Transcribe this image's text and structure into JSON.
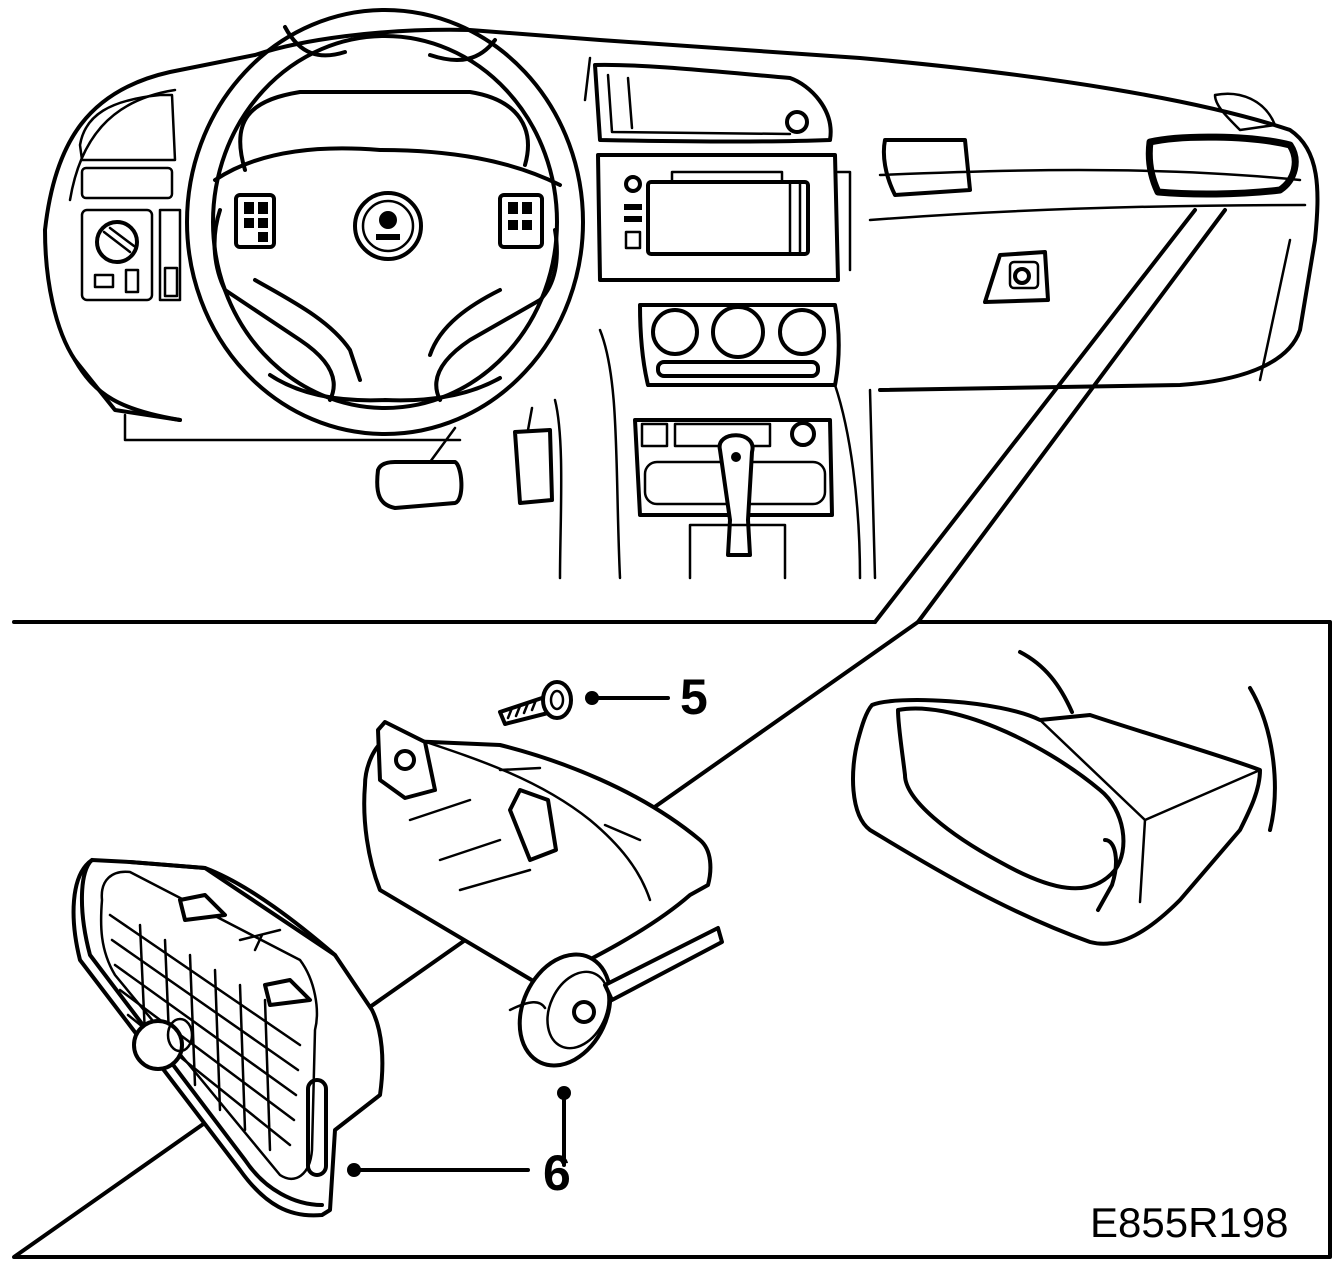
{
  "callouts": {
    "screw": "5",
    "vent": "6"
  },
  "figure_ref": "E855R198",
  "colors": {
    "ink": "#000000",
    "paper": "#ffffff"
  }
}
